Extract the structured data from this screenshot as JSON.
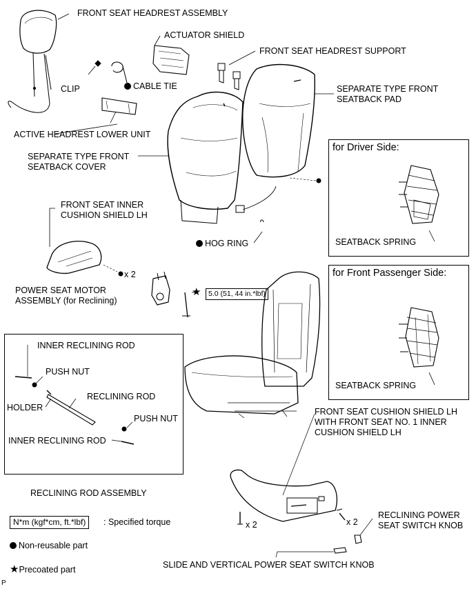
{
  "labels": {
    "front_seat_headrest_assembly": "FRONT SEAT HEADREST ASSEMBLY",
    "actuator_shield": "ACTUATOR SHIELD",
    "front_seat_headrest_support": "FRONT SEAT HEADREST SUPPORT",
    "clip": "CLIP",
    "cable_tie": "CABLE TIE",
    "separate_type_front_seatback_pad": "SEPARATE TYPE FRONT\nSEATBACK PAD",
    "active_headrest_lower_unit": "ACTIVE HEADREST LOWER UNIT",
    "separate_type_front_seatback_cover": "SEPARATE TYPE FRONT\nSEATBACK COVER",
    "front_seat_inner_cushion_shield_lh": "FRONT SEAT INNER\nCUSHION SHIELD LH",
    "hog_ring": "HOG RING",
    "power_seat_motor_assembly": "POWER SEAT MOTOR\nASSEMBLY (for Reclining)",
    "qty_x2_a": "x 2",
    "torque_value": "5.0 (51, 44 in.*lbf)",
    "inner_reclining_rod_1": "INNER RECLINING ROD",
    "push_nut_1": "PUSH NUT",
    "reclining_rod": "RECLINING ROD",
    "holder": "HOLDER",
    "push_nut_2": "PUSH NUT",
    "inner_reclining_rod_2": "INNER RECLINING ROD",
    "reclining_rod_assembly": "RECLINING ROD ASSEMBLY",
    "front_seat_cushion_shield_lh": "FRONT SEAT CUSHION SHIELD LH\nWITH FRONT SEAT NO. 1 INNER\nCUSHION SHIELD LH",
    "qty_x2_b": "x 2",
    "qty_x2_c": "x 2",
    "reclining_power_seat_switch_knob": "RECLINING POWER\nSEAT SWITCH KNOB",
    "slide_vertical_power_seat_switch_knob": "SLIDE AND VERTICAL POWER SEAT SWITCH KNOB"
  },
  "driver_side_box": {
    "title": "for Driver Side:",
    "spring_label": "SEATBACK SPRING"
  },
  "passenger_side_box": {
    "title": "for Front Passenger Side:",
    "spring_label": "SEATBACK SPRING"
  },
  "legend": {
    "torque_unit": "N*m (kgf*cm, ft.*lbf)",
    "torque_desc": ": Specified torque",
    "non_reusable": "Non-reusable part",
    "precoated": "Precoated part"
  },
  "footer_mark": "P"
}
